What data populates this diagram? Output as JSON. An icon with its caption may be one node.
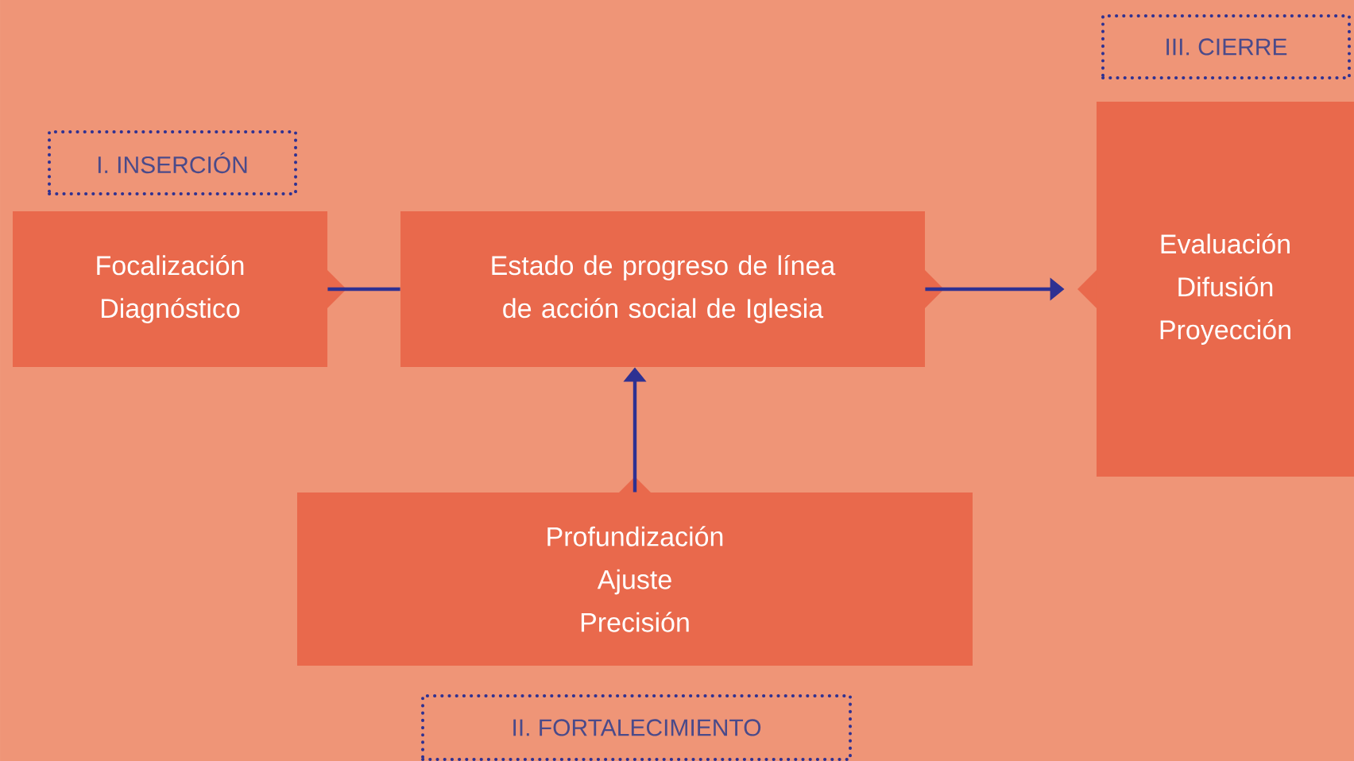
{
  "diagram": {
    "nodes": [
      {
        "text": [
          "I. INSERCIÓN"
        ]
      },
      {
        "text": [
          "Focalización",
          "Diagnóstico"
        ]
      },
      {
        "text": [
          "Estado de progreso de línea de acción social de Iglesia"
        ]
      },
      {
        "text": [
          "III. CIERRE"
        ]
      },
      {
        "text": [
          "Evaluación",
          "Difusión",
          "Proyección"
        ]
      },
      {
        "text": [
          "Profundización",
          "Ajuste",
          "Precisión"
        ]
      },
      {
        "text": [
          "II. FORTALECIMIENTO"
        ]
      }
    ],
    "edges": [
      {
        "from": 1,
        "to": 2,
        "arrow": "none"
      },
      {
        "from": 2,
        "to": 4,
        "arrow": "to"
      },
      {
        "from": 5,
        "to": 2,
        "arrow": "to"
      }
    ]
  }
}
